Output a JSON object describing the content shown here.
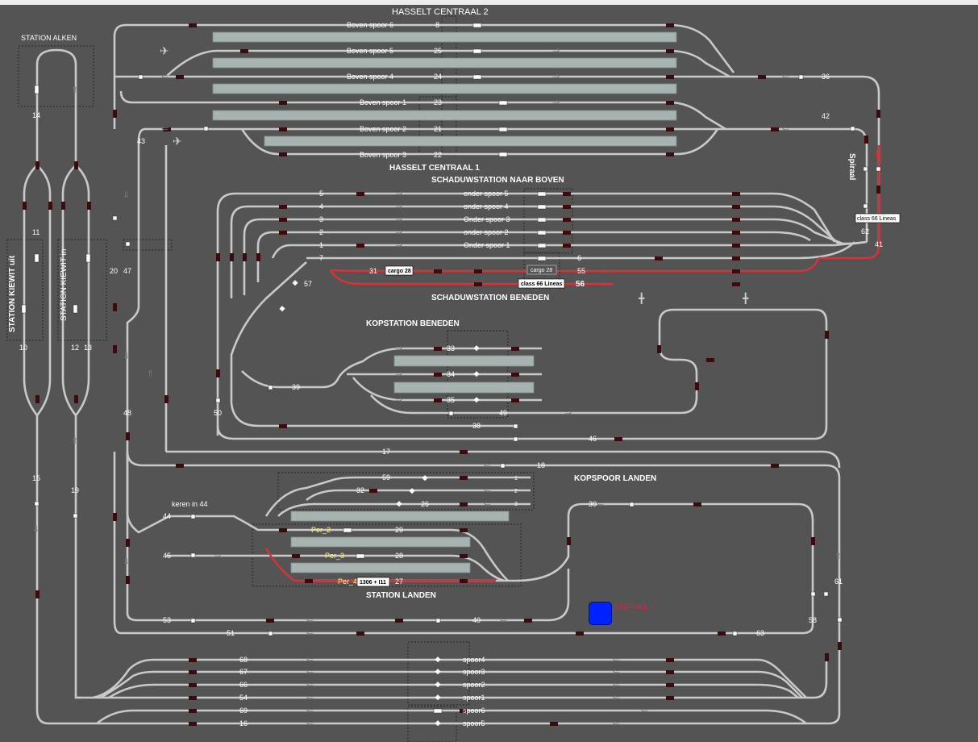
{
  "colors": {
    "background": "#545454",
    "track": "#c9c9c9",
    "occupied_track": "#d0353b",
    "block": "#3a0c10",
    "platform": "#a7b3b0",
    "signal_text": "#ffff66",
    "alert_text": "#e0204a",
    "button_blue": "#0022ff"
  },
  "stations": {
    "hasselt_centraal_2": "HASSELT CENTRAAL 2",
    "hasselt_centraal_1": "HASSELT CENTRAAL 1",
    "station_alken": "STATION ALKEN",
    "schaduw_boven": "SCHADUWSTATION NAAR BOVEN",
    "schaduw_beneden": "SCHADUWSTATION BENEDEN",
    "kopstation_beneden": "KOPSTATION BENEDEN",
    "kopspoor_landen": "KOPSPOOR LANDEN",
    "station_landen": "STATION LANDEN",
    "spiraal": "Spiraal",
    "station_kiewit_uit": "STATION KIEWIT uit",
    "station_kiewit_in": "STATION KIEWIT in",
    "keren_in_44": "keren in 44"
  },
  "hasselt_tracks": [
    {
      "name": "Boven spoor 6",
      "num": "8"
    },
    {
      "name": "Boven spoor 5",
      "num": "25"
    },
    {
      "name": "Boven spoor 4",
      "num": "24"
    },
    {
      "name": "Boven spoor 1",
      "num": "23"
    },
    {
      "name": "Boven spoor 2",
      "num": "21"
    },
    {
      "name": "Boven spoor 3",
      "num": "22"
    }
  ],
  "schaduw_tracks": [
    {
      "name": "onder spoor 5",
      "num": "5"
    },
    {
      "name": "onder spoor 4",
      "num": "4"
    },
    {
      "name": "Onder spoor 3",
      "num": "3"
    },
    {
      "name": "onder spoor 2",
      "num": "2"
    },
    {
      "name": "Onder spoor 1",
      "num": "1"
    }
  ],
  "landen_signals": [
    "Per_2",
    "Per_3",
    "Per_4"
  ],
  "kopspoor_small": [
    "1",
    "2",
    "3"
  ],
  "bottom_tracks": [
    {
      "name": "spoor4",
      "num": "68"
    },
    {
      "name": "spoor3",
      "num": "67"
    },
    {
      "name": "spoor2",
      "num": "66"
    },
    {
      "name": "spoor1",
      "num": "54"
    },
    {
      "name": "spoor6",
      "num": "69"
    },
    {
      "name": "spoor5",
      "num": "16"
    }
  ],
  "trains": {
    "cargo_a": "cargo 28",
    "cargo_b": "cargo 28",
    "class66_a": "class 66 Lineas",
    "class66_b": "class 66 Lineas",
    "landen_train": "1306 + I11"
  },
  "numbers": {
    "n36": "36",
    "n42": "42",
    "n43": "43",
    "n62": "62",
    "n41": "41",
    "n7": "7",
    "n31": "31",
    "n6": "6",
    "n55": "55",
    "n56": "56",
    "n57": "57",
    "n33": "33",
    "n34": "34",
    "n35": "35",
    "n39": "39",
    "n49": "49",
    "n38": "38",
    "n46": "46",
    "n50": "50",
    "n48": "48",
    "n47": "47",
    "n20": "20",
    "n17": "17",
    "n18": "18",
    "n59": "59",
    "n32": "32",
    "n26": "26",
    "n44": "44",
    "n45": "45",
    "n29": "29",
    "n28": "28",
    "n27": "27",
    "n30": "30",
    "n53": "53",
    "n40": "40",
    "n51": "51",
    "n63": "63",
    "n58": "58",
    "n61": "61",
    "n14": "14",
    "n11": "11",
    "n10": "10",
    "n12": "12",
    "n13": "13",
    "n15": "15",
    "n19": "19"
  },
  "stop_button": {
    "label": "STOP ALL",
    "icon": "stop-button"
  }
}
